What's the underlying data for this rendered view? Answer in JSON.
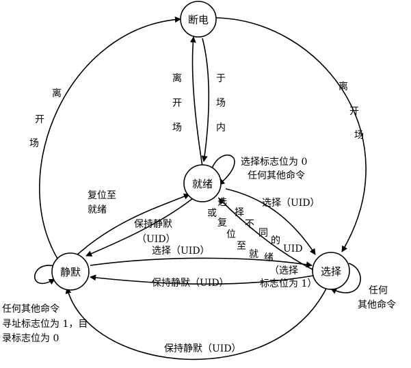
{
  "states": {
    "power_off": "断电",
    "ready": "就绪",
    "quiet": "静默",
    "selected": "选择"
  },
  "edges": {
    "quiet_to_poweroff": [
      "离",
      "开",
      "场"
    ],
    "selected_to_poweroff": [
      "离",
      "开",
      "场"
    ],
    "ready_to_poweroff": [
      "离",
      "开",
      "场"
    ],
    "poweroff_to_ready": [
      "于",
      "场",
      "内"
    ],
    "ready_self_line1": "选择标志位为 0",
    "ready_self_line2": "任何其他命令",
    "quiet_to_ready_line1": "复位至",
    "quiet_to_ready_line2": "就绪",
    "ready_to_quiet_line1": "保持静默",
    "ready_to_quiet_line2": "（UID）",
    "ready_to_selected": "选择（UID）",
    "selected_to_ready_col1": [
      "或",
      "复",
      "位",
      "至",
      "就",
      "绪"
    ],
    "selected_to_ready_col2": [
      "选",
      "择",
      "不",
      "同",
      "的"
    ],
    "selected_to_ready_uid": "UID",
    "quiet_to_selected": "选择（UID）",
    "selected_to_quiet_upper": "保持静默（UID）",
    "selected_to_quiet_lower": "保持静默（UID）",
    "selected_cond_line1": "（选择",
    "selected_cond_line2": "标志位为 1）",
    "selected_self_line1": "任何",
    "selected_self_line2": "其他命令",
    "quiet_self_line1": "任何其他命令",
    "quiet_self_line2": "寻址标志位为 1，目",
    "quiet_self_line3": "录标志位为 0"
  }
}
